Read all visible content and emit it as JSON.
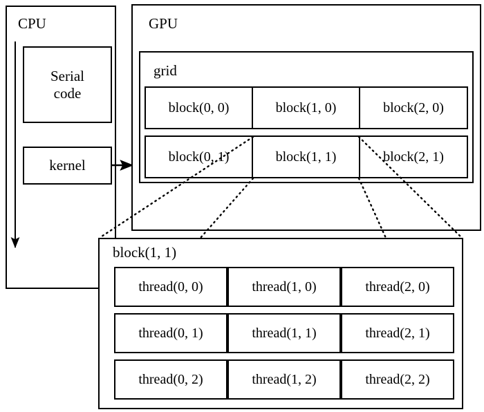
{
  "diagram": {
    "title_cpu": "CPU",
    "title_gpu": "GPU",
    "grid_label": "grid",
    "serial_code_label": "Serial\ncode",
    "kernel_label": "kernel",
    "detail_block_label": "block(1, 1)",
    "blocks": [
      [
        "block(0, 0)",
        "block(1, 0)",
        "block(2, 0)"
      ],
      [
        "block(0, 1)",
        "block(1, 1)",
        "block(2, 1)"
      ]
    ],
    "threads": [
      [
        "thread(0, 0)",
        "thread(1, 0)",
        "thread(2, 0)"
      ],
      [
        "thread(0, 1)",
        "thread(1, 1)",
        "thread(2, 1)"
      ],
      [
        "thread(0, 2)",
        "thread(1, 2)",
        "thread(2, 2)"
      ]
    ],
    "colors": {
      "stroke": "#000000",
      "background": "#ffffff"
    },
    "connectors": {
      "kernel_to_gpu": "arrow-right",
      "cpu_flow": "arrow-down",
      "block_zoom": "dotted-callout"
    }
  }
}
